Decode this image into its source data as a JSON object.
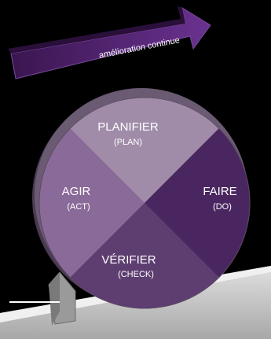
{
  "arrow": {
    "label": "amélioration continue"
  },
  "segments": {
    "plan": {
      "title": "PLANIFIER",
      "subtitle": "(PLAN)"
    },
    "do": {
      "title": "FAIRE",
      "subtitle": "(DO)"
    },
    "check": {
      "title": "VÉRIFIER",
      "subtitle": "(CHECK)"
    },
    "act": {
      "title": "AGIR",
      "subtitle": "(ACT)"
    }
  },
  "colors": {
    "background": "#000000",
    "arrow": "#5a2a7a",
    "plan": "#a08ca8",
    "do": "#4a2660",
    "check": "#5e3e70",
    "act": "#8a6a98",
    "ramp": "#c8c8c8",
    "wedge": "#8a8a8a",
    "text": "#ffffff"
  }
}
